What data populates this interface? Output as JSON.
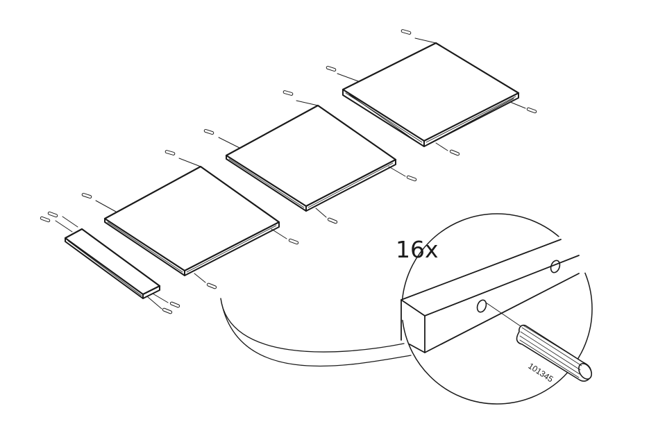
{
  "detail": {
    "quantity_label": "16x",
    "part_number": "101345"
  },
  "parts": {
    "panels": 3,
    "strips": 1,
    "dowels": 16
  },
  "colors": {
    "line": "#1a1a1a",
    "background": "#ffffff"
  }
}
